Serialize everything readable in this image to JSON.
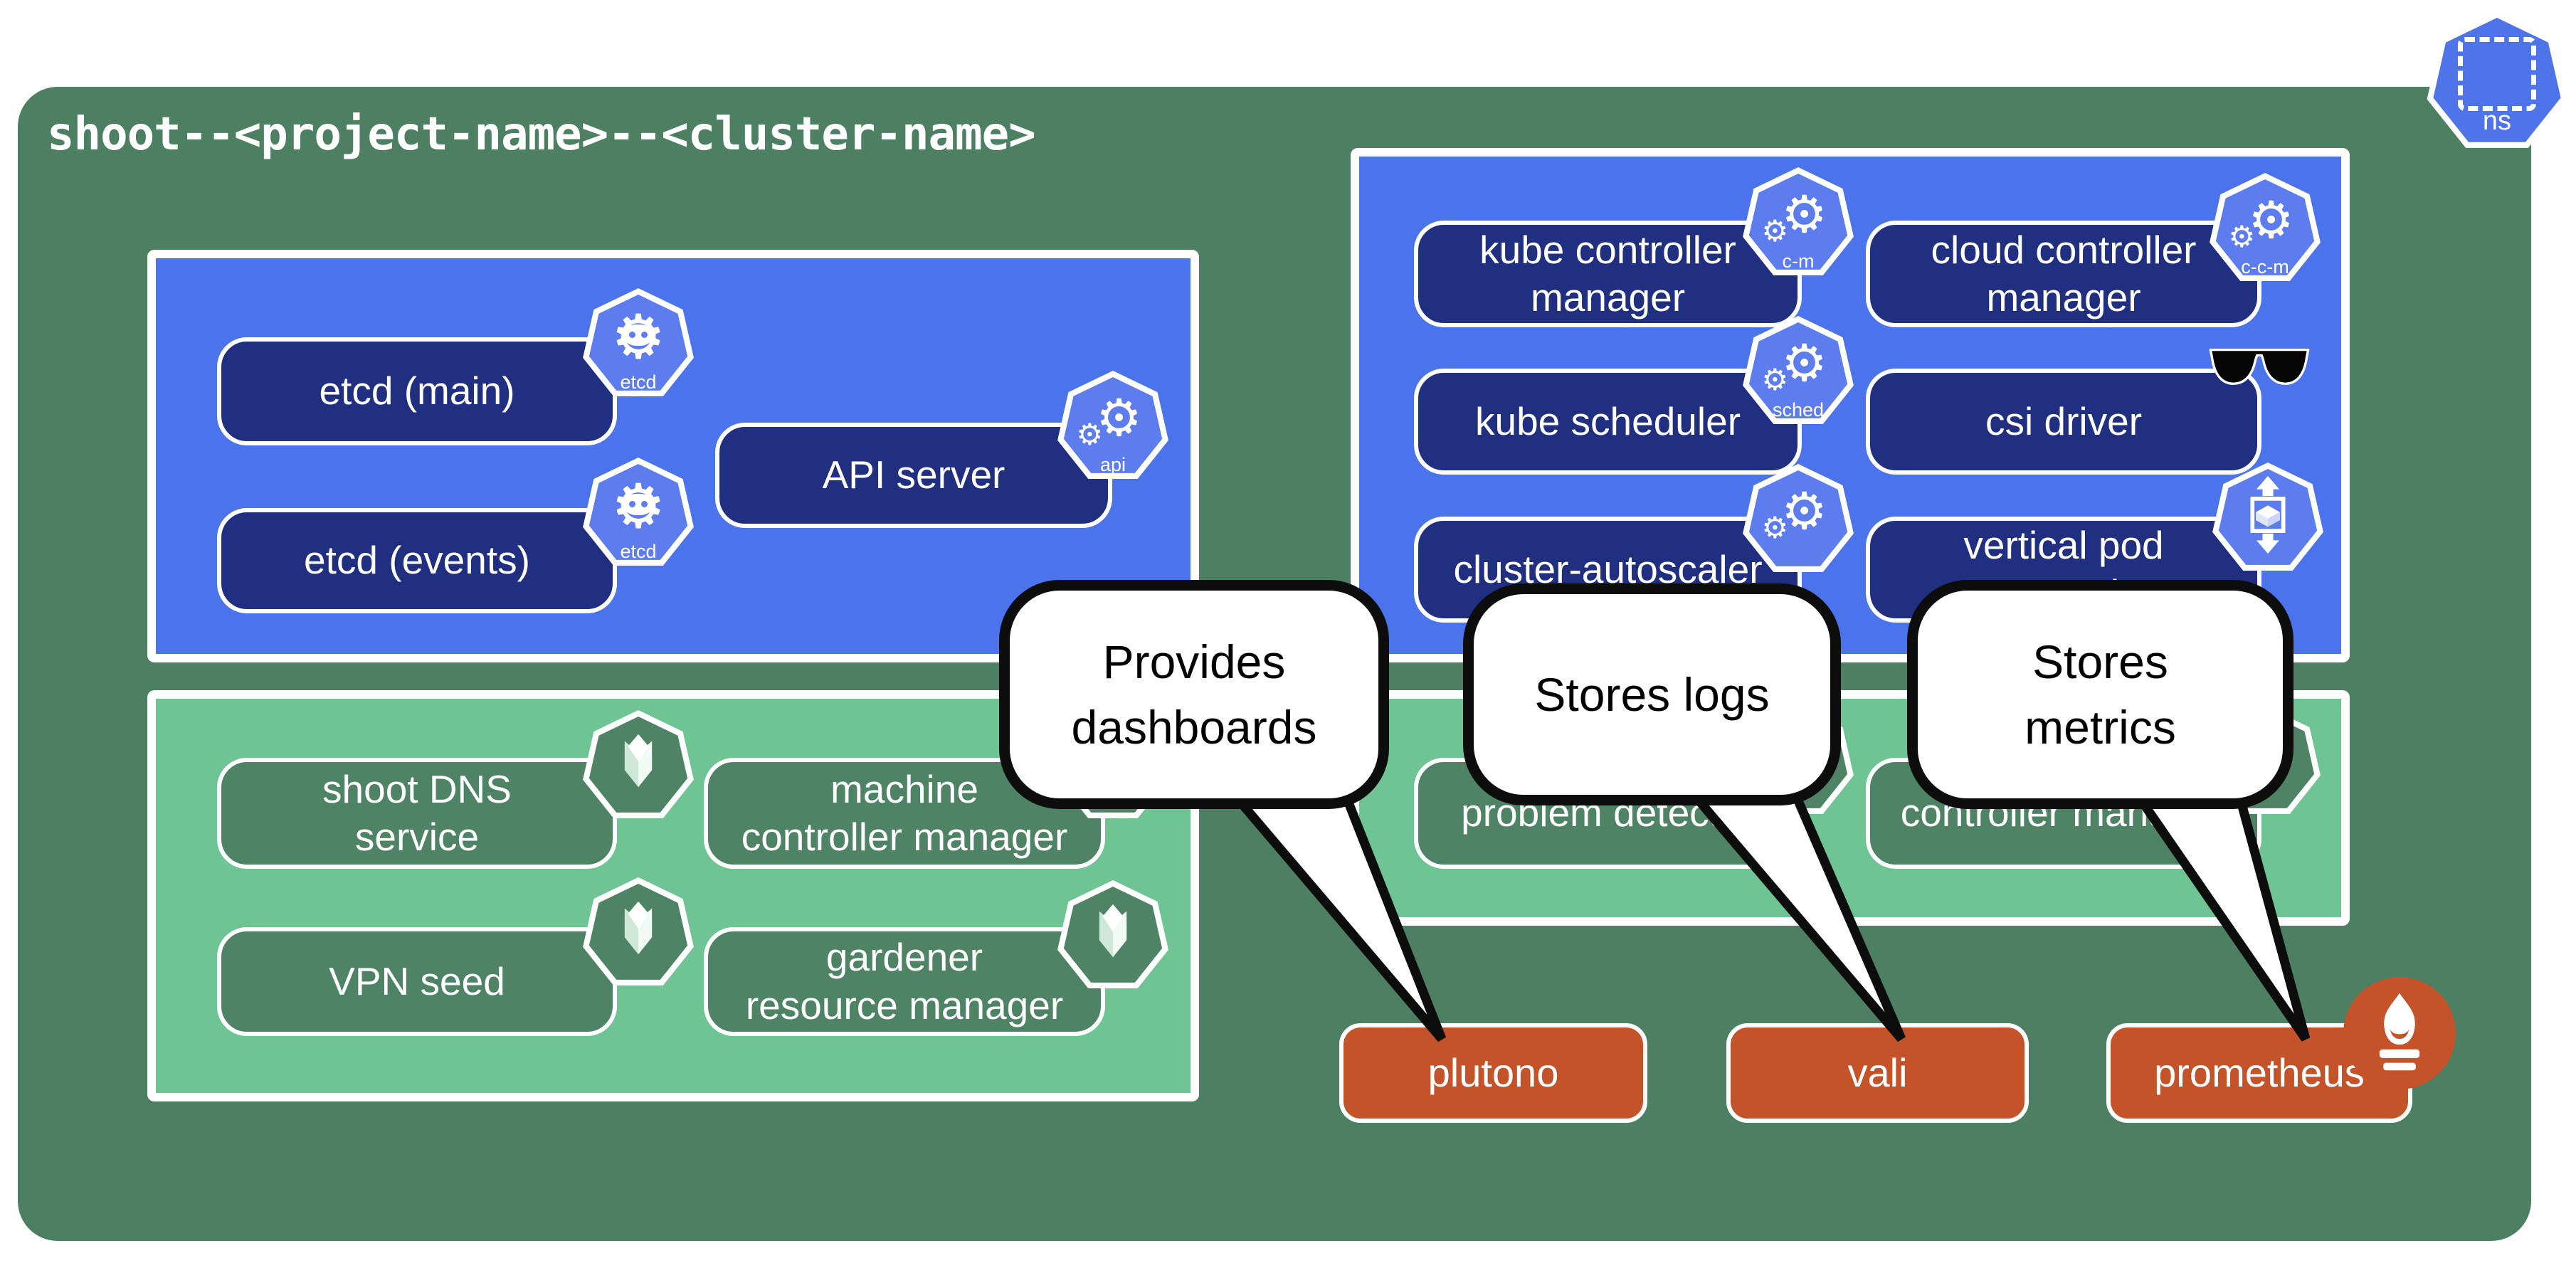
{
  "title": "shoot--<project-name>--<cluster-name>",
  "namespace_badge": {
    "label": "ns"
  },
  "panels": {
    "control_plane_left": {
      "boxes": [
        {
          "label": "etcd (main)",
          "icon_label": "etcd"
        },
        {
          "label": "etcd (events)",
          "icon_label": "etcd"
        },
        {
          "label": "API server",
          "icon_label": "api"
        }
      ]
    },
    "control_plane_right": {
      "boxes": [
        {
          "label": "kube controller\nmanager",
          "icon_label": "c-m"
        },
        {
          "label": "cloud controller\nmanager",
          "icon_label": "c-c-m"
        },
        {
          "label": "kube scheduler",
          "icon_label": "sched"
        },
        {
          "label": "csi driver"
        },
        {
          "label": "cluster-autoscaler"
        },
        {
          "label": "vertical pod\nautoscaler"
        }
      ]
    },
    "gardener_left": {
      "boxes": [
        {
          "label": "shoot DNS\nservice"
        },
        {
          "label": "machine\ncontroller manager"
        },
        {
          "label": "VPN seed"
        },
        {
          "label": "gardener\nresource manager"
        }
      ]
    },
    "gardener_right": {
      "boxes": [
        {
          "label": "problem detector"
        },
        {
          "label": "controller manager"
        }
      ]
    }
  },
  "callouts": [
    {
      "text": "Provides\ndashboards",
      "points_to": "plutono"
    },
    {
      "text": "Stores logs",
      "points_to": "vali"
    },
    {
      "text": "Stores\nmetrics",
      "points_to": "prometheus"
    }
  ],
  "observability_boxes": [
    {
      "label": "plutono"
    },
    {
      "label": "vali"
    },
    {
      "label": "prometheus"
    }
  ],
  "colors": {
    "container_green": "#4d8062",
    "panel_blue": "#4a73ec",
    "box_navy": "#212f80",
    "panel_green": "#6fc494",
    "box_green": "#4e8365",
    "box_orange": "#c4532a",
    "icon_blue": "#5d7ced",
    "callout_border": "#0d0d0d"
  }
}
